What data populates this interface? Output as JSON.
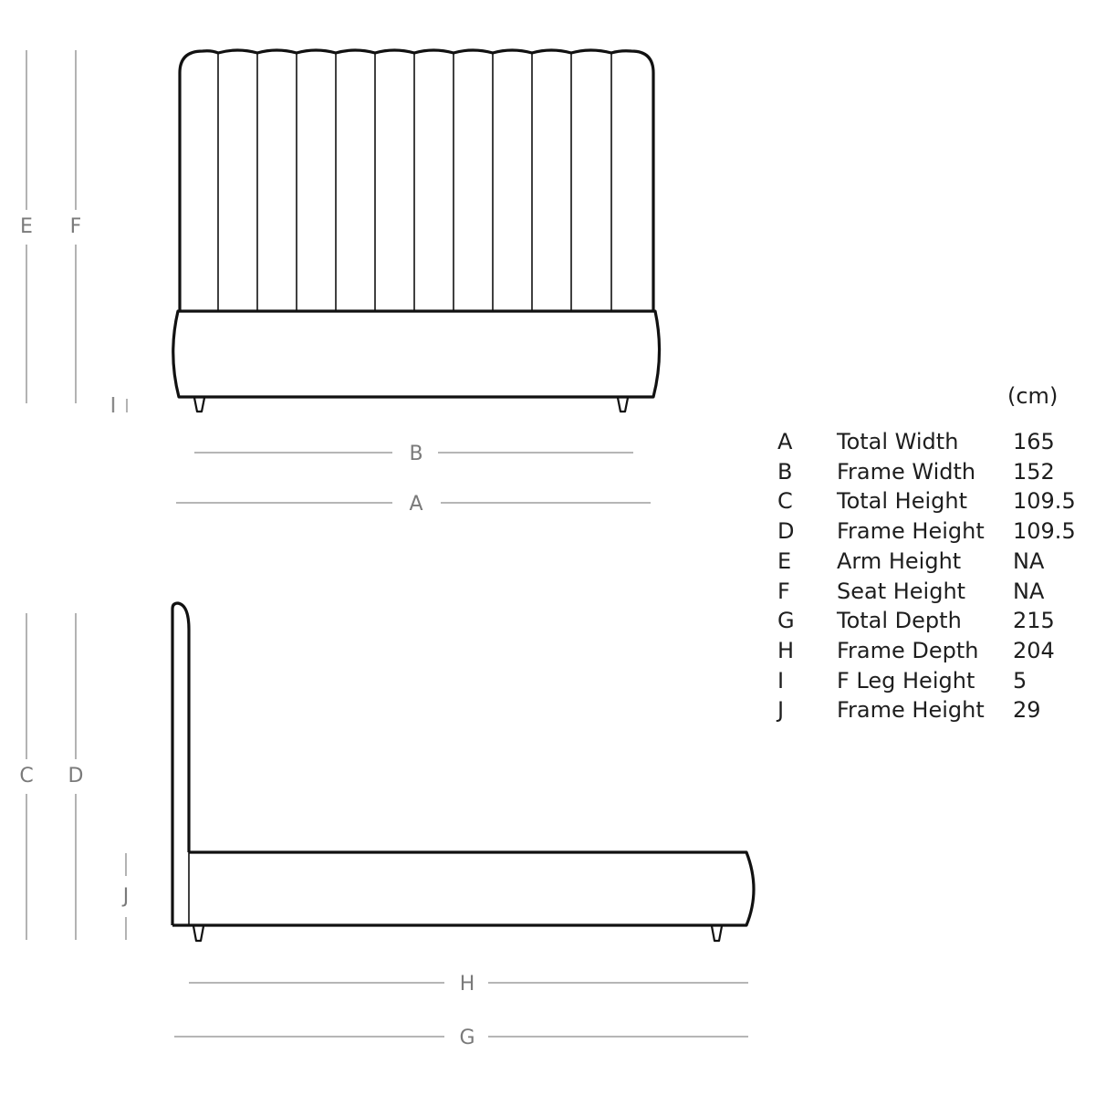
{
  "dimension_labels": {
    "A": "A",
    "B": "B",
    "C": "C",
    "D": "D",
    "E": "E",
    "F": "F",
    "G": "G",
    "H": "H",
    "I": "I",
    "J": "J"
  },
  "spec_table": {
    "unit": "(cm)",
    "rows": [
      {
        "code": "A",
        "name": "Total Width",
        "value": "165"
      },
      {
        "code": "B",
        "name": "Frame Width",
        "value": "152"
      },
      {
        "code": "C",
        "name": "Total Height",
        "value": "109.5"
      },
      {
        "code": "D",
        "name": "Frame Height",
        "value": "109.5"
      },
      {
        "code": "E",
        "name": "Arm Height",
        "value": "NA"
      },
      {
        "code": "F",
        "name": "Seat Height",
        "value": "NA"
      },
      {
        "code": "G",
        "name": "Total Depth",
        "value": "215"
      },
      {
        "code": "H",
        "name": "Frame Depth",
        "value": "204"
      },
      {
        "code": "I",
        "name": "F Leg Height",
        "value": "5"
      },
      {
        "code": "J",
        "name": "Frame Height",
        "value": "29"
      }
    ]
  },
  "colors": {
    "outline": "#111111",
    "dimension": "#8a8a8a",
    "text": "#1e1e1e"
  }
}
